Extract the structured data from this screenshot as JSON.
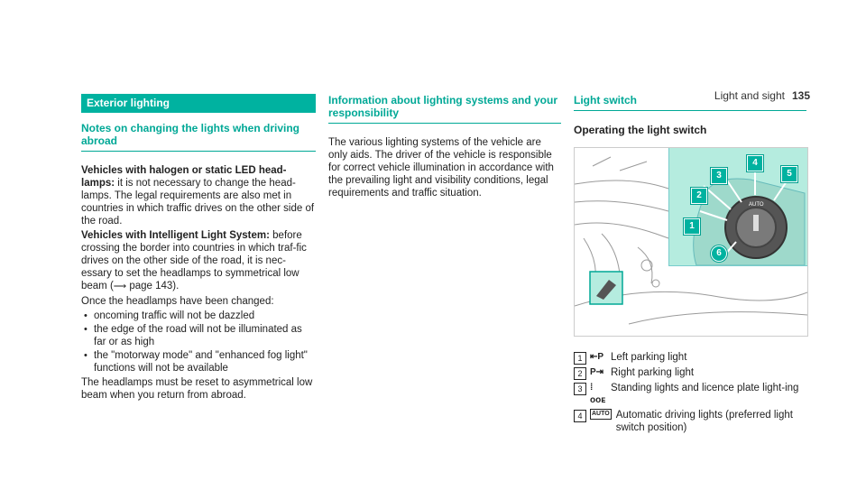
{
  "header": {
    "section": "Light and sight",
    "page": "135"
  },
  "col1": {
    "banner": "Exterior lighting",
    "heading": "Notes on changing the lights when driving abroad",
    "p1_bold": "Vehicles with halogen or static LED head-lamps:",
    "p1_text": " it is not necessary to change the head-lamps. The legal requirements are also met in countries in which traffic drives on the other side of the road.",
    "p2_bold": "Vehicles with Intelligent Light System:",
    "p2_text": " before crossing the border into countries in which traf-fic drives on the other side of the road, it is nec-essary to set the headlamps to symmetrical low beam (",
    "p2_ref_arrow": "⟶",
    "p2_ref": " page 143).",
    "p3": "Once the headlamps have been changed:",
    "bullets": [
      "oncoming traffic will not be dazzled",
      "the edge of the road will not be illuminated as far or as high",
      "the \"motorway mode\" and \"enhanced fog light\" functions will not be available"
    ],
    "p4": "The headlamps must be reset to asymmetrical low beam when you return from abroad."
  },
  "col2": {
    "heading": "Information about lighting systems and your responsibility",
    "p1": "The various lighting systems of the vehicle are only aids. The driver of the vehicle is responsible for correct vehicle illumination in accordance with the prevailing light and visibility conditions, legal requirements and traffic situation."
  },
  "col3": {
    "heading": "Light switch",
    "subheading": "Operating the light switch",
    "callouts": [
      "1",
      "2",
      "3",
      "4",
      "5",
      "6"
    ],
    "knob_labels": {
      "auto": "AUTO"
    },
    "legend": [
      {
        "num": "1",
        "sym": "⇤P",
        "text": "Left parking light"
      },
      {
        "num": "2",
        "sym": "P⇥",
        "text": "Right parking light"
      },
      {
        "num": "3",
        "sym": "⁞ooᴇ",
        "text": "Standing lights and licence plate light-ing"
      },
      {
        "num": "4",
        "sym": "AUTO",
        "text": "Automatic driving lights (preferred light switch position)"
      }
    ]
  },
  "colors": {
    "accent": "#00b2a0",
    "inset_bg": "#b5ecdf"
  }
}
